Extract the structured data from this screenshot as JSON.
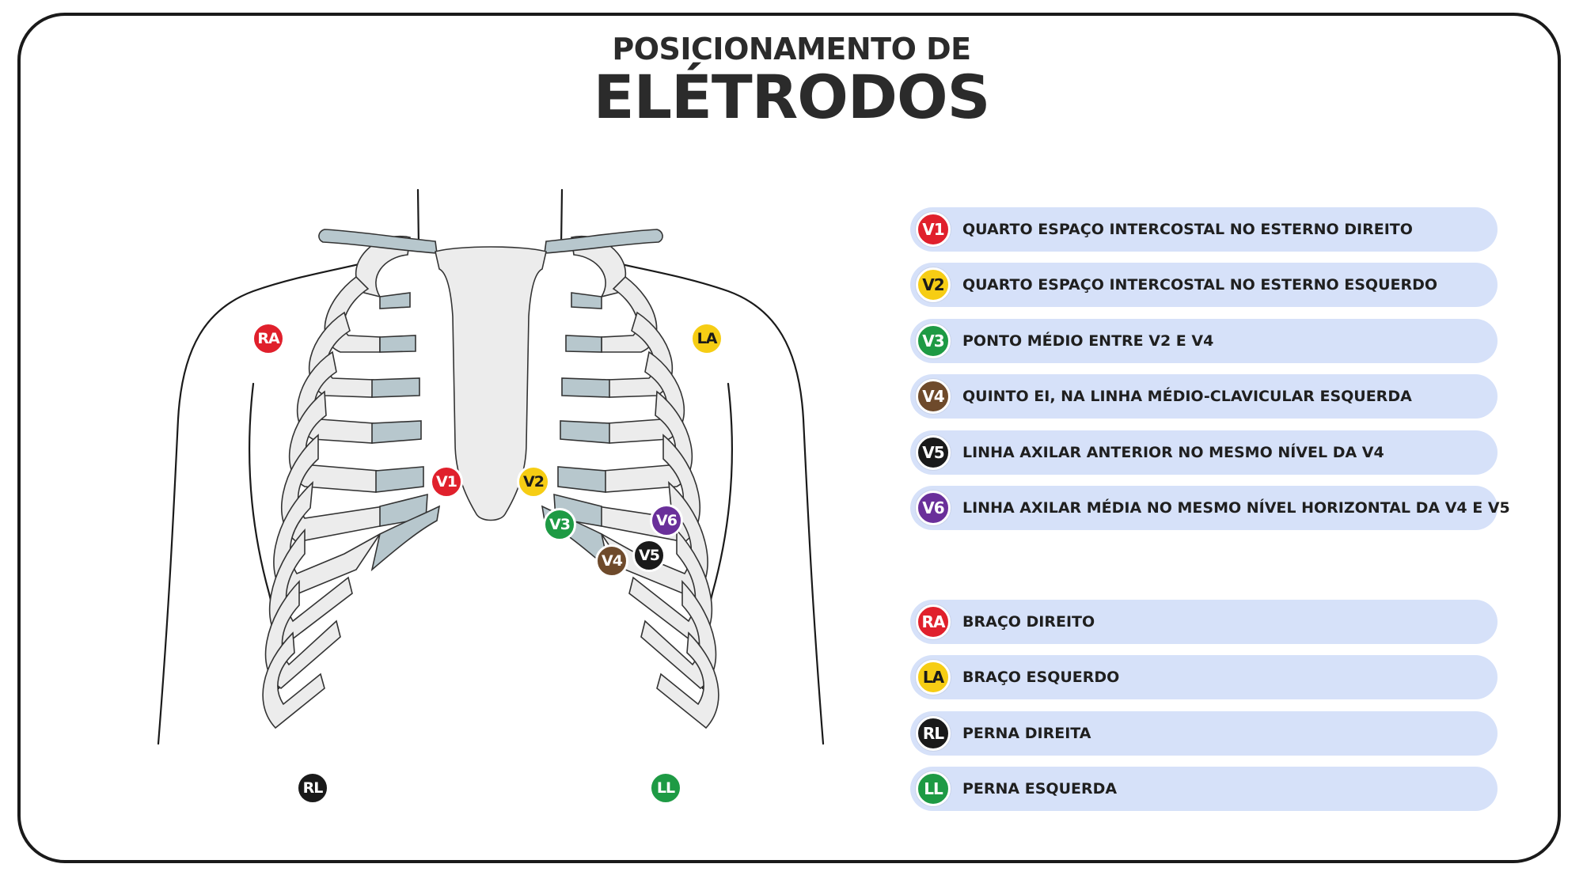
{
  "title": {
    "line1": "POSICIONAMENTO DE",
    "line2": "ELÉTRODOS"
  },
  "colors": {
    "red": "#e0202c",
    "yellow": "#f6cd14",
    "green": "#1e9a44",
    "brown": "#6e4a2b",
    "black": "#1a1a1a",
    "purple": "#6a2f9a",
    "pill_bg": "#d6e1f9",
    "bone_fill": "#ececec",
    "cartilage": "#b7c7cd"
  },
  "chest_leads": [
    {
      "code": "V1",
      "color": "#e0202c",
      "text_color": "#ffffff",
      "description": "QUARTO ESPAÇO INTERCOSTAL NO ESTERNO DIREITO"
    },
    {
      "code": "V2",
      "color": "#f6cd14",
      "text_color": "#1a1a1a",
      "description": "QUARTO ESPAÇO INTERCOSTAL NO ESTERNO ESQUERDO"
    },
    {
      "code": "V3",
      "color": "#1e9a44",
      "text_color": "#ffffff",
      "description": "PONTO MÉDIO ENTRE V2 E V4"
    },
    {
      "code": "V4",
      "color": "#6e4a2b",
      "text_color": "#ffffff",
      "description": "QUINTO EI, NA LINHA MÉDIO-CLAVICULAR ESQUERDA"
    },
    {
      "code": "V5",
      "color": "#1a1a1a",
      "text_color": "#ffffff",
      "description": "LINHA AXILAR ANTERIOR NO MESMO NÍVEL DA V4"
    },
    {
      "code": "V6",
      "color": "#6a2f9a",
      "text_color": "#ffffff",
      "description": "LINHA AXILAR MÉDIA NO MESMO NÍVEL HORIZONTAL DA V4 E V5"
    }
  ],
  "limb_leads": [
    {
      "code": "RA",
      "color": "#e0202c",
      "text_color": "#ffffff",
      "description": "BRAÇO DIREITO"
    },
    {
      "code": "LA",
      "color": "#f6cd14",
      "text_color": "#1a1a1a",
      "description": "BRAÇO ESQUERDO"
    },
    {
      "code": "RL",
      "color": "#1a1a1a",
      "text_color": "#ffffff",
      "description": "PERNA DIREITA"
    },
    {
      "code": "LL",
      "color": "#1e9a44",
      "text_color": "#ffffff",
      "description": "PERNA ESQUERDA"
    }
  ]
}
